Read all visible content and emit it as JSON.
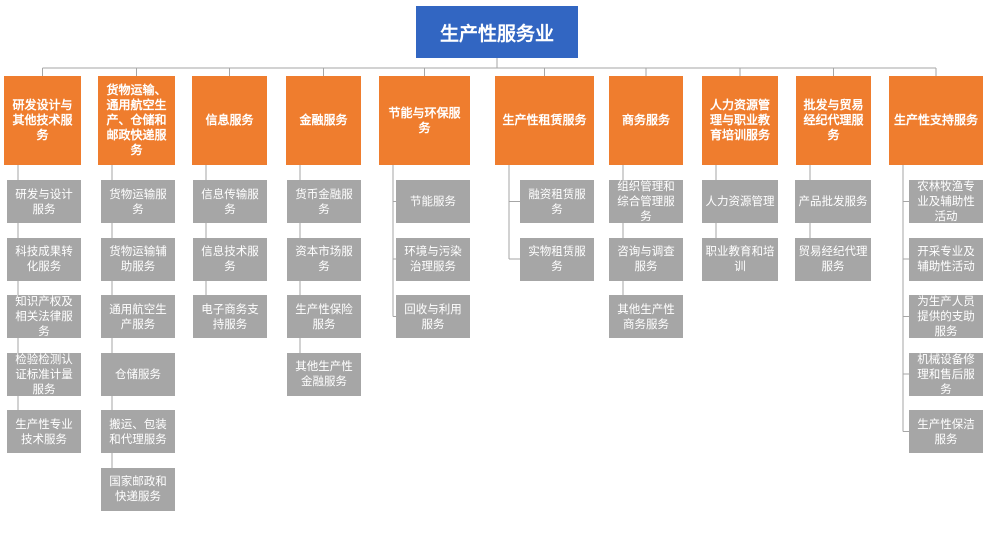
{
  "root": {
    "label": "生产性服务业"
  },
  "colors": {
    "root": "#3266c2",
    "category": "#ef7d2e",
    "item": "#a6a6a6",
    "line": "#a6a6a6"
  },
  "categories": [
    {
      "label": "研发设计与其他技术服务",
      "items": [
        "研发与设计服务",
        "科技成果转化服务",
        "知识产权及相关法律服务",
        "检验检测认证标准计量服务",
        "生产性专业技术服务"
      ]
    },
    {
      "label": "货物运输、通用航空生产、仓储和邮政快递服务",
      "items": [
        "货物运输服务",
        "货物运输辅助服务",
        "通用航空生产服务",
        "仓储服务",
        "搬运、包装和代理服务",
        "国家邮政和快递服务"
      ]
    },
    {
      "label": "信息服务",
      "items": [
        "信息传输服务",
        "信息技术服务",
        "电子商务支持服务"
      ]
    },
    {
      "label": "金融服务",
      "items": [
        "货币金融服务",
        "资本市场服务",
        "生产性保险服务",
        "其他生产性金融服务"
      ]
    },
    {
      "label": "节能与环保服务",
      "items": [
        "节能服务",
        "环境与污染治理服务",
        "回收与利用服务"
      ]
    },
    {
      "label": "生产性租赁服务",
      "items": [
        "融资租赁服务",
        "实物租赁服务"
      ]
    },
    {
      "label": "商务服务",
      "items": [
        "组织管理和综合管理服务",
        "咨询与调查服务",
        "其他生产性商务服务"
      ]
    },
    {
      "label": "人力资源管理与职业教育培训服务",
      "items": [
        "人力资源管理",
        "职业教育和培训"
      ]
    },
    {
      "label": "批发与贸易经纪代理服务",
      "items": [
        "产品批发服务",
        "贸易经纪代理服务"
      ]
    },
    {
      "label": "生产性支持服务",
      "items": [
        "农林牧渔专业及辅助性活动",
        "开采专业及辅助性活动",
        "为生产人员提供的支助服务",
        "机械设备修理和售后服务",
        "生产性保洁服务"
      ]
    }
  ]
}
